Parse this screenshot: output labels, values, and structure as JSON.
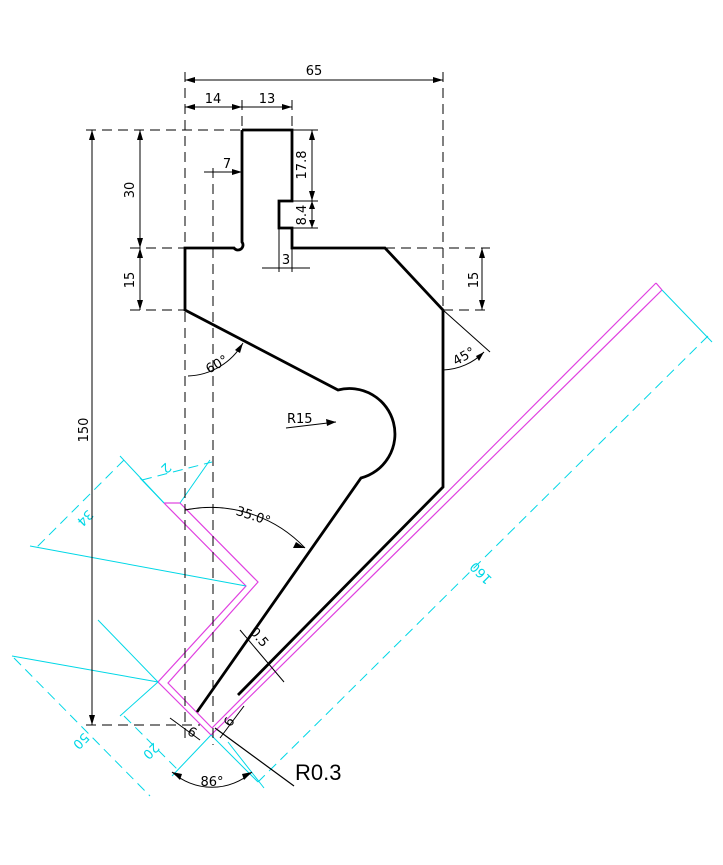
{
  "colors": {
    "outline": "#000000",
    "dimension_cyan": "#00d7e6",
    "sheet_magenta": "#e040e0"
  },
  "dims": {
    "d65": "65",
    "d14": "14",
    "d13": "13",
    "d7": "7",
    "d17_8": "17.8",
    "d8_4": "8.4",
    "d3": "3",
    "d30": "30",
    "d15_left": "15",
    "d15_right": "15",
    "d150": "150",
    "a60": "60°",
    "a45": "45°",
    "r15": "R15",
    "a35": "35.0°",
    "d0_5": "0.5",
    "d6a": "6",
    "d6b": "6",
    "a86": "86°",
    "r03": "R0.3"
  },
  "sheet_dims": {
    "d160": "160",
    "d34": "34",
    "d2": "2",
    "d50": "50",
    "d20": "20"
  }
}
